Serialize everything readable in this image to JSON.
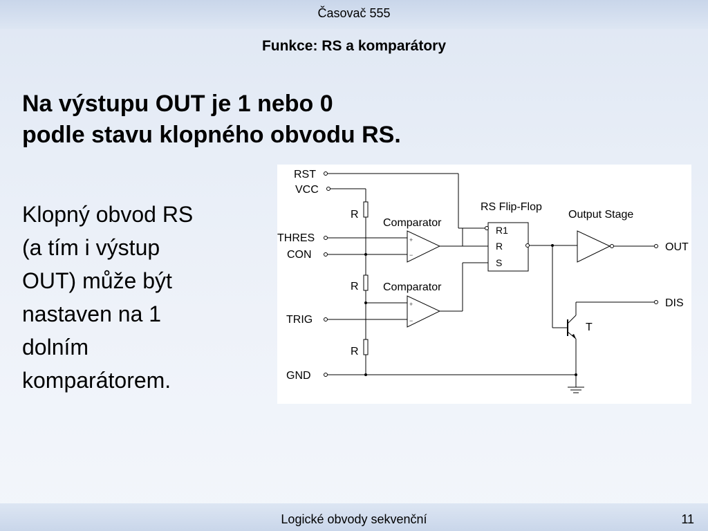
{
  "header": {
    "title": "Časovač 555",
    "subtitle": "Funkce: RS a komparátory"
  },
  "heading": {
    "line1": "Na výstupu OUT je 1 nebo 0",
    "line2": "podle stavu klopného obvodu RS."
  },
  "body": {
    "lines": [
      "Klopný obvod RS",
      "(a tím i výstup",
      "OUT) může být",
      "nastaven na 1",
      "dolním",
      "komparátorem."
    ]
  },
  "diagram": {
    "pins": {
      "rst": "RST",
      "vcc": "VCC",
      "thres": "THRES",
      "con": "CON",
      "trig": "TRIG",
      "gnd": "GND",
      "out": "OUT",
      "dis": "DIS"
    },
    "resistor_label": "R",
    "comparator_label": "Comparator",
    "flipflop_title": "RS Flip-Flop",
    "flipflop_pins": {
      "r1": "R1",
      "r": "R",
      "s": "S"
    },
    "output_stage_label": "Output Stage",
    "transistor_label": "T",
    "comp_plus": "+",
    "comp_minus": "−"
  },
  "footer": {
    "text": "Logické obvody sekvenční",
    "page": "11"
  }
}
